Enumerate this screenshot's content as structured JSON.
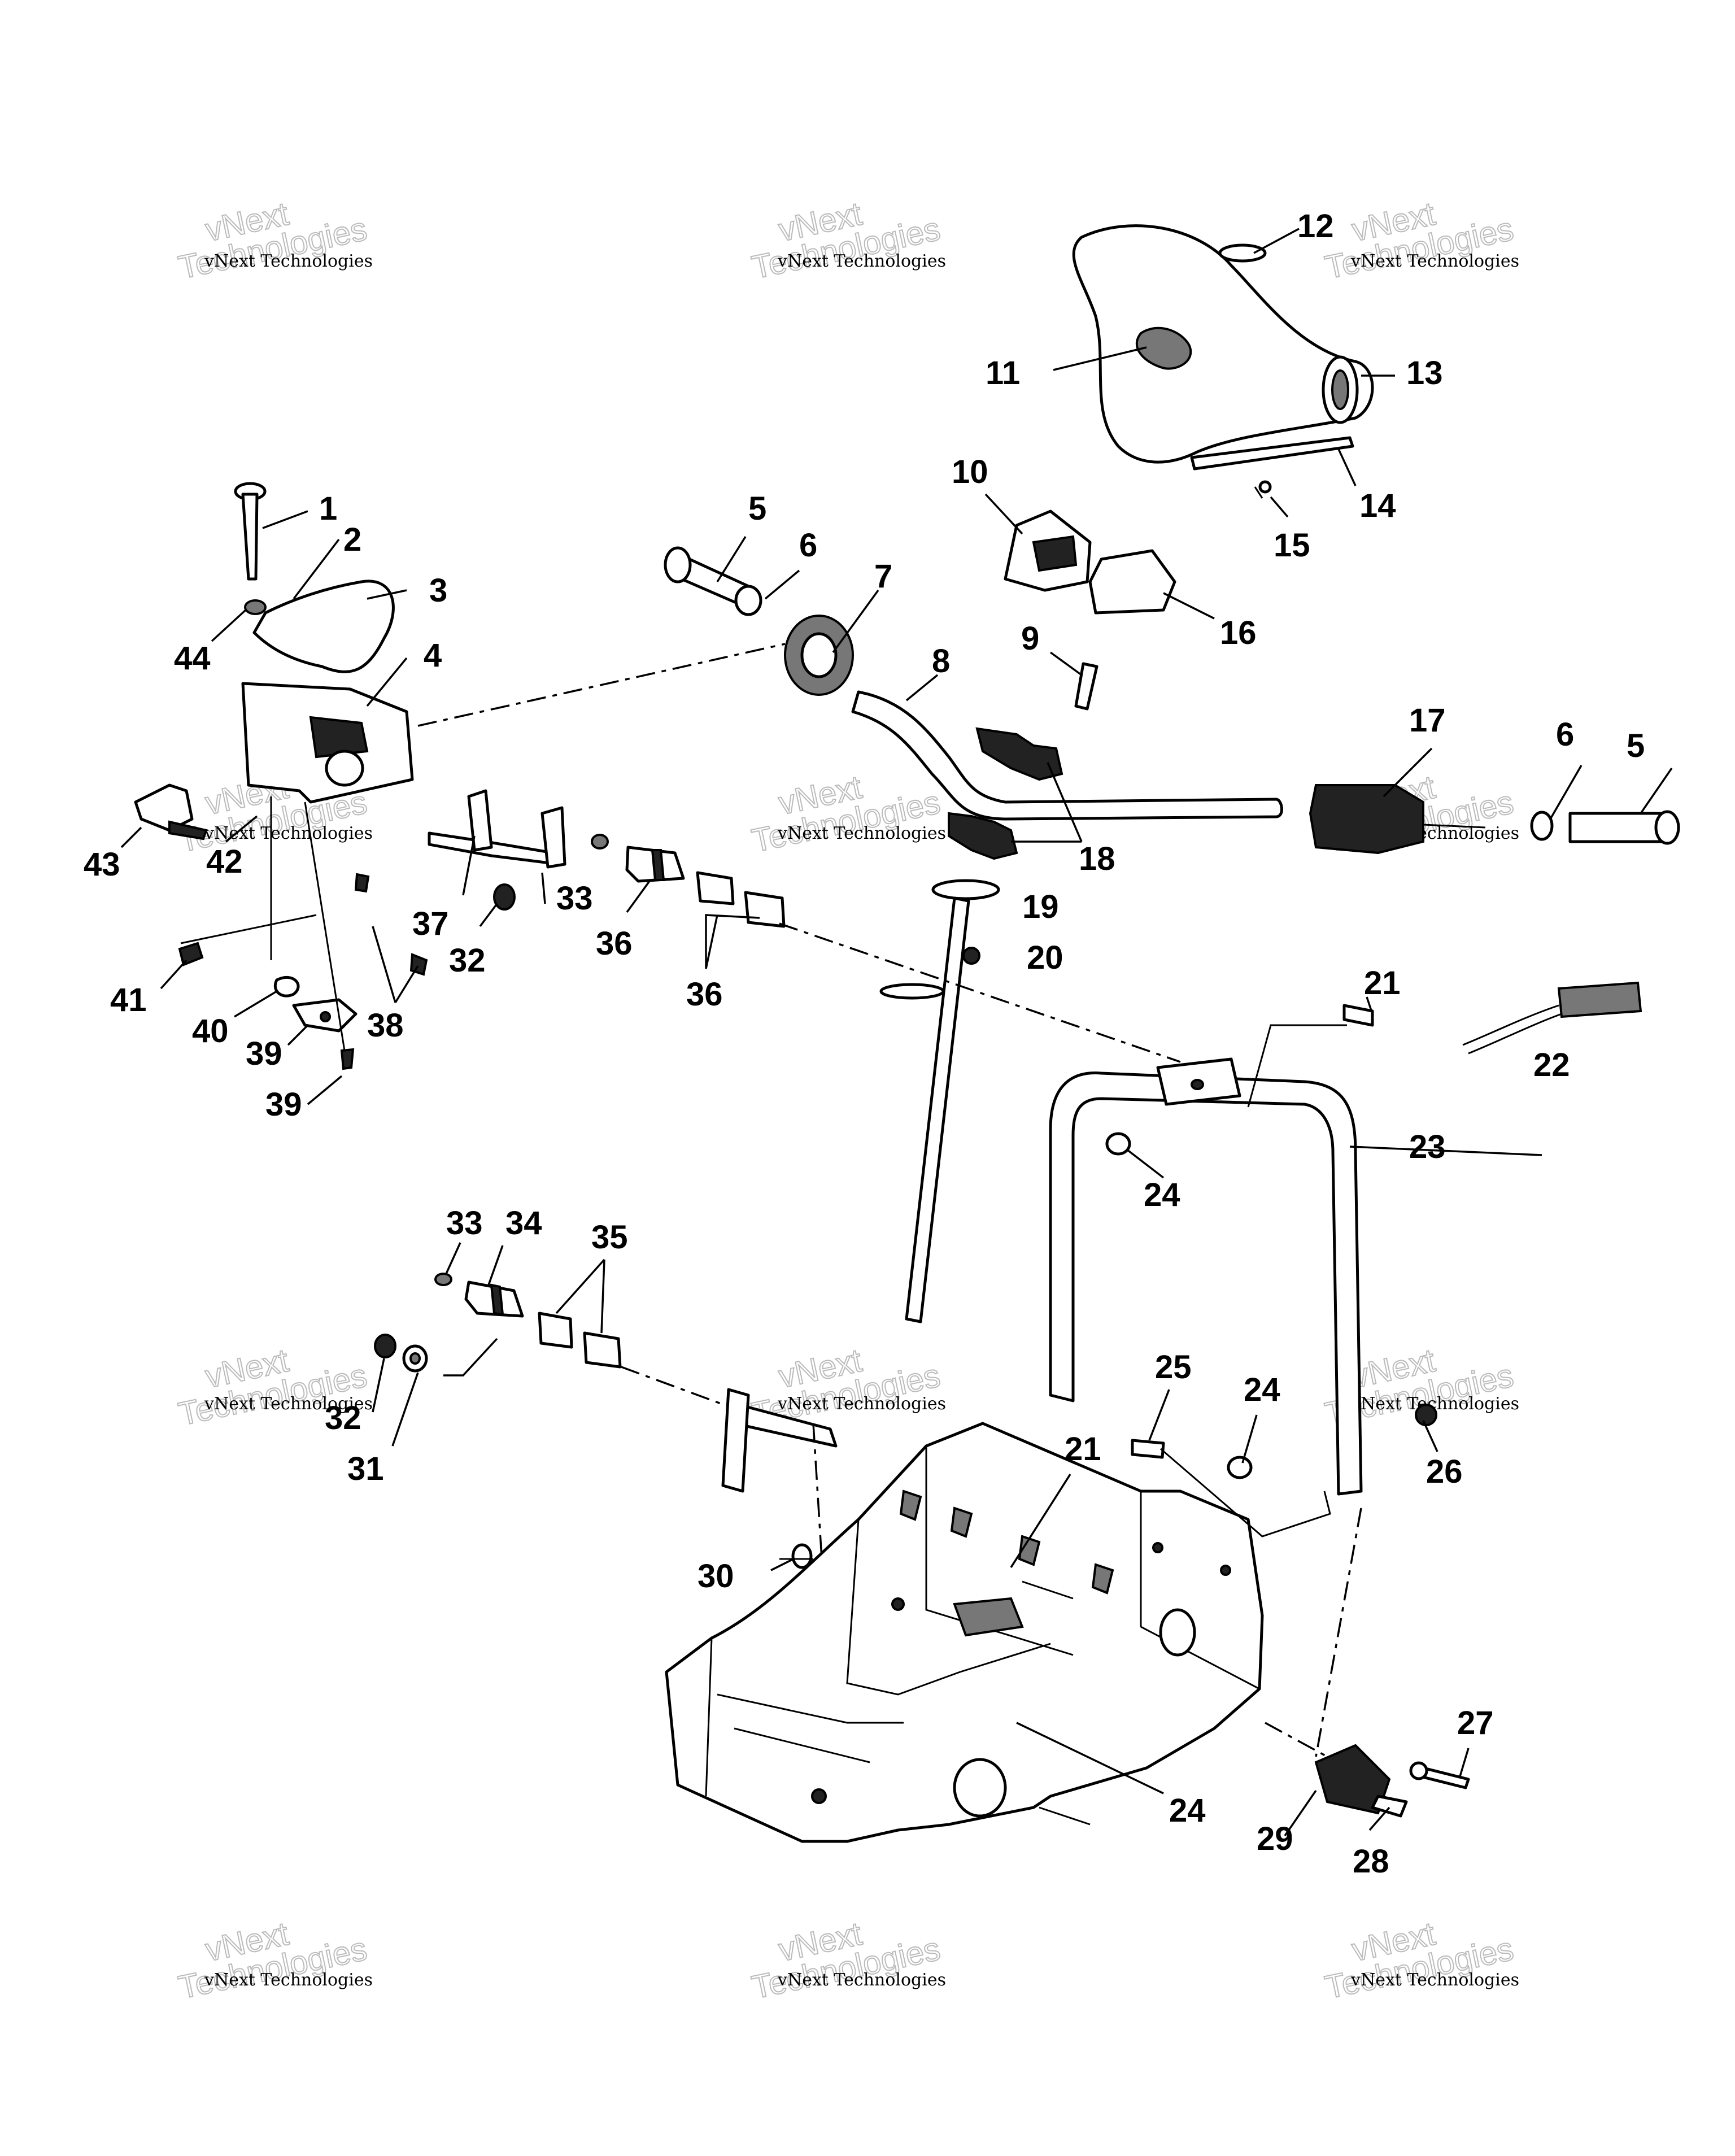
{
  "watermark": {
    "small": "vNext Technologies",
    "big_top": "vNext",
    "big_bottom": "Technologies"
  },
  "callouts": [
    {
      "id": "c1",
      "label": "1"
    },
    {
      "id": "c2",
      "label": "2"
    },
    {
      "id": "c3",
      "label": "3"
    },
    {
      "id": "c4",
      "label": "4"
    },
    {
      "id": "c5a",
      "label": "5"
    },
    {
      "id": "c5b",
      "label": "5"
    },
    {
      "id": "c6a",
      "label": "6"
    },
    {
      "id": "c6b",
      "label": "6"
    },
    {
      "id": "c7",
      "label": "7"
    },
    {
      "id": "c8",
      "label": "8"
    },
    {
      "id": "c9",
      "label": "9"
    },
    {
      "id": "c10",
      "label": "10"
    },
    {
      "id": "c11",
      "label": "11"
    },
    {
      "id": "c12",
      "label": "12"
    },
    {
      "id": "c13",
      "label": "13"
    },
    {
      "id": "c14",
      "label": "14"
    },
    {
      "id": "c15",
      "label": "15"
    },
    {
      "id": "c16",
      "label": "16"
    },
    {
      "id": "c17",
      "label": "17"
    },
    {
      "id": "c18",
      "label": "18"
    },
    {
      "id": "c19",
      "label": "19"
    },
    {
      "id": "c20",
      "label": "20"
    },
    {
      "id": "c21a",
      "label": "21"
    },
    {
      "id": "c21b",
      "label": "21"
    },
    {
      "id": "c22",
      "label": "22"
    },
    {
      "id": "c23",
      "label": "23"
    },
    {
      "id": "c24a",
      "label": "24"
    },
    {
      "id": "c24b",
      "label": "24"
    },
    {
      "id": "c24c",
      "label": "24"
    },
    {
      "id": "c25",
      "label": "25"
    },
    {
      "id": "c26",
      "label": "26"
    },
    {
      "id": "c27",
      "label": "27"
    },
    {
      "id": "c28",
      "label": "28"
    },
    {
      "id": "c29",
      "label": "29"
    },
    {
      "id": "c30",
      "label": "30"
    },
    {
      "id": "c31",
      "label": "31"
    },
    {
      "id": "c32a",
      "label": "32"
    },
    {
      "id": "c32b",
      "label": "32"
    },
    {
      "id": "c33a",
      "label": "33"
    },
    {
      "id": "c33b",
      "label": "33"
    },
    {
      "id": "c34",
      "label": "34"
    },
    {
      "id": "c35",
      "label": "35"
    },
    {
      "id": "c36a",
      "label": "36"
    },
    {
      "id": "c36b",
      "label": "36"
    },
    {
      "id": "c37",
      "label": "37"
    },
    {
      "id": "c38",
      "label": "38"
    },
    {
      "id": "c39a",
      "label": "39"
    },
    {
      "id": "c39b",
      "label": "39"
    },
    {
      "id": "c40",
      "label": "40"
    },
    {
      "id": "c41",
      "label": "41"
    },
    {
      "id": "c42",
      "label": "42"
    },
    {
      "id": "c43",
      "label": "43"
    },
    {
      "id": "c44",
      "label": "44"
    }
  ]
}
